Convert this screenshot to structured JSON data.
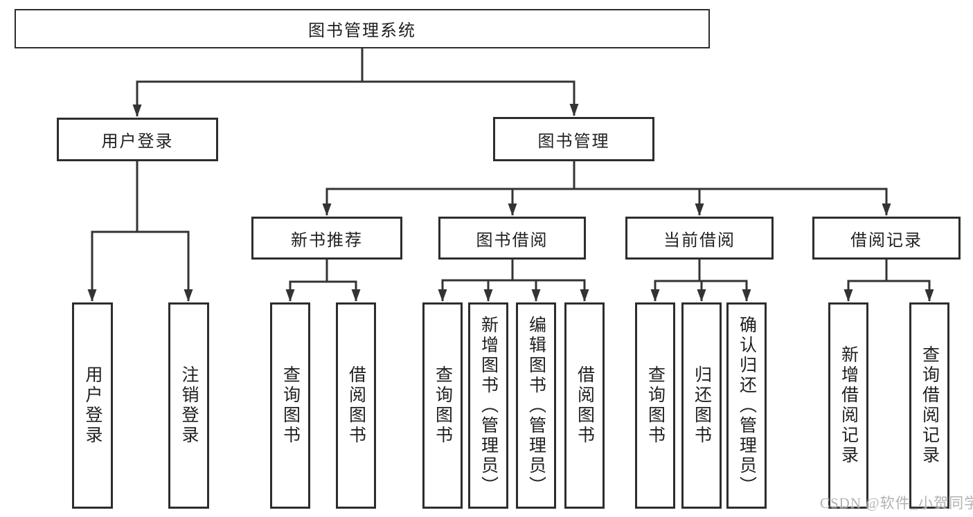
{
  "title": "图书管理系统",
  "colors": {
    "background": "#ffffff",
    "line": "#333333",
    "box_border": "#2d2d2d",
    "text": "#1f1f1f",
    "watermark": "#aaaaaa"
  },
  "watermark": {
    "text": "CSDN @软件_小贺同学"
  },
  "tree": {
    "label": "图书管理系统",
    "children": [
      {
        "label": "用户登录",
        "children": [
          {
            "label": "用户登录"
          },
          {
            "label": "注销登录"
          }
        ]
      },
      {
        "label": "图书管理",
        "children": [
          {
            "label": "新书推荐",
            "children": [
              {
                "label": "查询图书"
              },
              {
                "label": "借阅图书"
              }
            ]
          },
          {
            "label": "图书借阅",
            "children": [
              {
                "label": "查询图书"
              },
              {
                "label": "新增图书（管理员）"
              },
              {
                "label": "编辑图书（管理员）"
              },
              {
                "label": "借阅图书"
              }
            ]
          },
          {
            "label": "当前借阅",
            "children": [
              {
                "label": "查询图书"
              },
              {
                "label": "归还图书"
              },
              {
                "label": "确认归还（管理员）"
              }
            ]
          },
          {
            "label": "借阅记录",
            "children": [
              {
                "label": "新增借阅记录"
              },
              {
                "label": "查询借阅记录"
              }
            ]
          }
        ]
      }
    ]
  }
}
